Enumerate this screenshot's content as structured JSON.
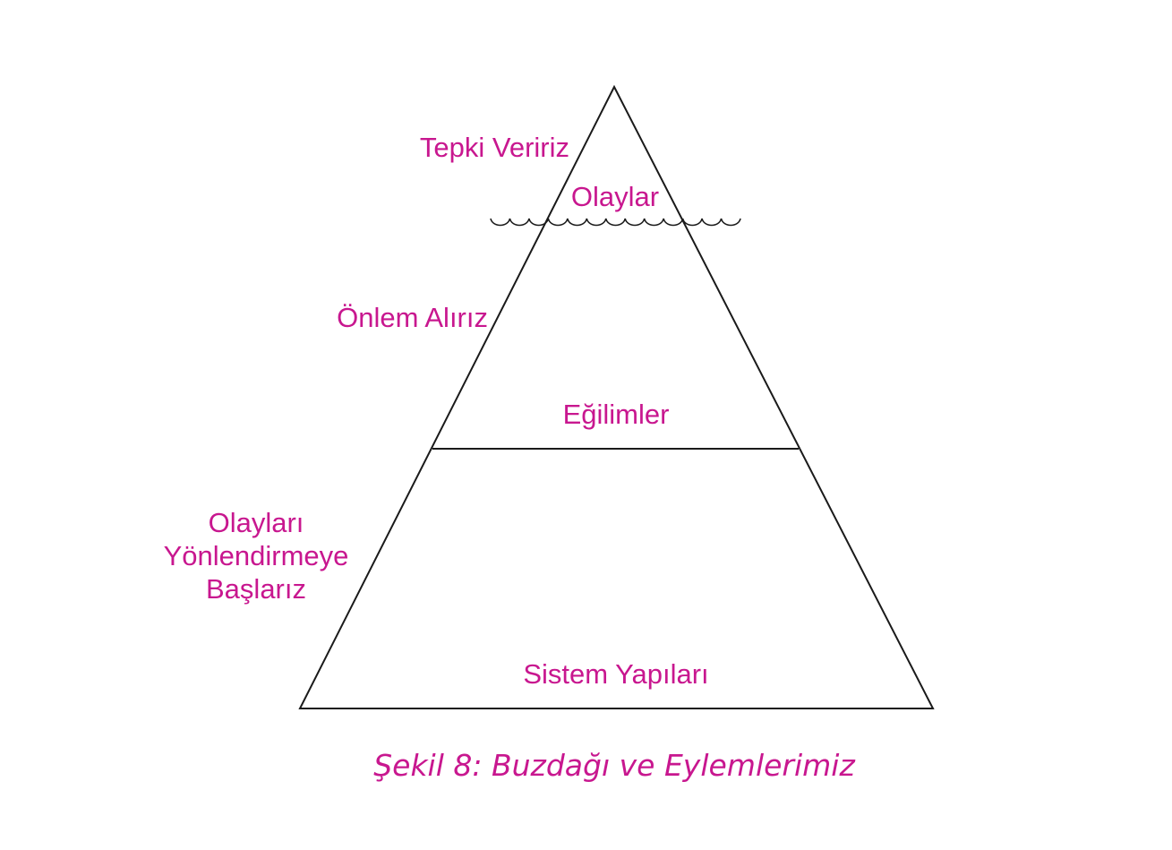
{
  "colors": {
    "text": "#c8178f",
    "lines": "#1a1a1a"
  },
  "levels": {
    "top": "Olaylar",
    "middle": "Eğilimler",
    "bottom": "Sistem Yapıları"
  },
  "actions": {
    "react": "Tepki Veririz",
    "prevent": "Önlem Alırız",
    "direct_lines": [
      "Olayları",
      "Yönlendirmeye",
      "Başlarız"
    ]
  },
  "caption": "Şekil 8: Buzdağı ve Eylemlerimiz"
}
